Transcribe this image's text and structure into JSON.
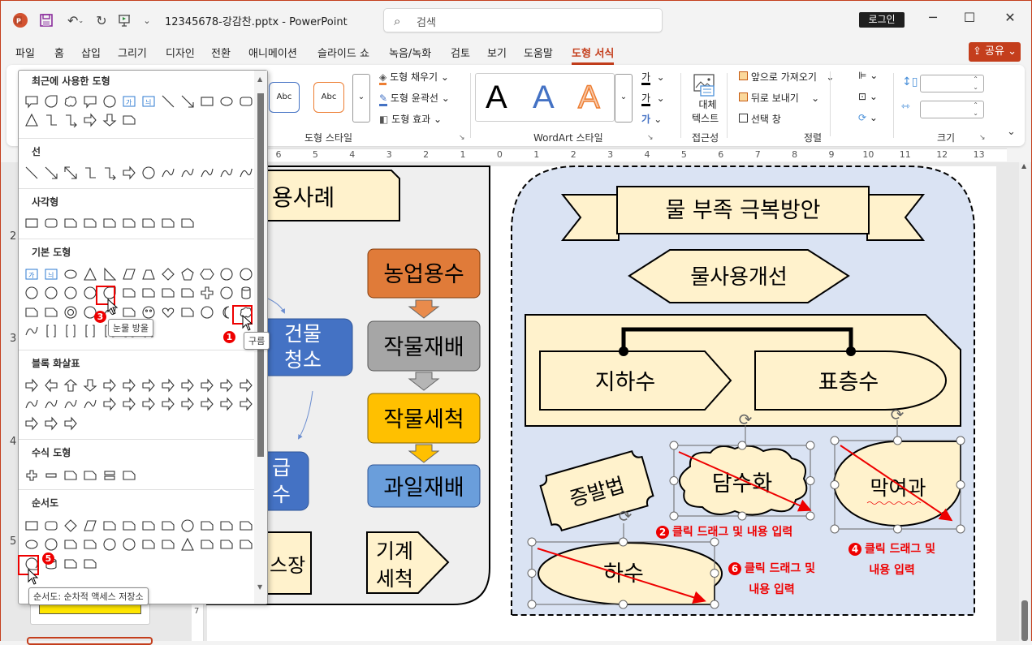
{
  "titlebar": {
    "document_title": "12345678-강감찬.pptx  -  PowerPoint",
    "search_placeholder": "검색",
    "login_label": "로그인",
    "icons": [
      "powerpoint-logo",
      "save-icon",
      "undo-icon",
      "redo-icon",
      "present-icon",
      "customize-icon"
    ]
  },
  "menu": {
    "tabs": [
      "파일",
      "홈",
      "삽입",
      "그리기",
      "디자인",
      "전환",
      "애니메이션",
      "슬라이드 쇼",
      "녹음/녹화",
      "검토",
      "보기",
      "도움말",
      "도형 서식"
    ],
    "active_tab": "도형 서식",
    "share_label": "공유"
  },
  "ribbon": {
    "shape_styles": {
      "style_samples": [
        "Abc",
        "Abc"
      ],
      "fill": "도형 채우기",
      "outline": "도형 윤곽선",
      "effects": "도형 효과",
      "label": "도형 스타일"
    },
    "wordart": {
      "samples": [
        "A",
        "A",
        "A"
      ],
      "text_fill_glyph": "가",
      "text_outline_glyph": "가",
      "text_effects_glyph": "가",
      "label": "WordArt 스타일"
    },
    "accessibility": {
      "alt_text_line1": "대체",
      "alt_text_line2": "텍스트",
      "label": "접근성"
    },
    "arrange": {
      "bring_forward": "앞으로 가져오기",
      "send_backward": "뒤로 보내기",
      "selection_pane": "선택 창",
      "label": "정렬"
    },
    "size": {
      "height_value": "",
      "width_value": "",
      "label": "크기"
    }
  },
  "ruler": {
    "labels": [
      "6",
      "5",
      "4",
      "3",
      "2",
      "1",
      "0",
      "1",
      "2",
      "3",
      "4",
      "5",
      "6",
      "7",
      "8",
      "9",
      "10",
      "11",
      "12",
      "13"
    ]
  },
  "thumbnails": {
    "slide_numbers": [
      "2",
      "3",
      "4",
      "5"
    ],
    "vruler_label": "7"
  },
  "shapes_panel": {
    "sections": [
      {
        "title": "최근에 사용한 도형",
        "shapes": [
          "ellipse-callout",
          "teardrop",
          "cloud",
          "cloud-callout",
          "octagon",
          "text-box",
          "vertical-text-box",
          "line",
          "arrow-line",
          "rect",
          "ellipse",
          "rounded-rect",
          "triangle",
          "elbow-connector",
          "elbow-arrow",
          "right-arrow",
          "down-arrow",
          "flowchart-card"
        ]
      },
      {
        "title": "선",
        "shapes": [
          "line",
          "arrow-line",
          "double-arrow-line",
          "elbow-connector",
          "elbow-arrow",
          "elbow-double-arrow",
          "curved-connector",
          "curved-arrow",
          "curved-double-arrow",
          "curve",
          "freeform",
          "scribble"
        ]
      },
      {
        "title": "사각형",
        "shapes": [
          "rect",
          "rounded-rect",
          "snip-single",
          "snip-same-side",
          "snip-diagonal",
          "snip-round",
          "round-single",
          "round-same-side",
          "round-diagonal"
        ]
      },
      {
        "title": "기본 도형",
        "shapes": [
          "text-box",
          "vertical-text-box",
          "ellipse",
          "triangle",
          "right-triangle",
          "parallelogram",
          "trapezoid",
          "diamond",
          "pentagon",
          "hexagon",
          "heptagon",
          "octagon",
          "decagon",
          "dodecagon",
          "pie",
          "chord",
          "teardrop",
          "frame",
          "half-frame",
          "l-shape",
          "diagonal-stripe",
          "plus",
          "plaque",
          "can",
          "cube",
          "bevel",
          "donut",
          "no-symbol",
          "block-arc",
          "folded-corner",
          "smiley",
          "heart",
          "lightning",
          "sun",
          "moon",
          "cloud",
          "arc",
          "double-bracket",
          "double-brace",
          "left-bracket",
          "right-bracket",
          "left-brace",
          "right-brace"
        ]
      },
      {
        "title": "블록 화살표",
        "shapes": [
          "right-arrow",
          "left-arrow",
          "up-arrow",
          "down-arrow",
          "left-right-arrow",
          "up-down-arrow",
          "quad-arrow",
          "left-right-up-arrow",
          "bent-arrow",
          "u-turn-arrow",
          "left-up-arrow",
          "bent-up-arrow",
          "curved-right-arrow",
          "curved-left-arrow",
          "curved-up-arrow",
          "curved-down-arrow",
          "striped-right-arrow",
          "notched-right-arrow",
          "pentagon-arrow",
          "chevron",
          "right-arrow-callout",
          "down-arrow-callout",
          "left-arrow-callout",
          "up-arrow-callout",
          "left-right-arrow-callout",
          "quad-arrow-callout",
          "circular-arrow"
        ]
      },
      {
        "title": "수식 도형",
        "shapes": [
          "math-plus",
          "math-minus",
          "math-multiply",
          "math-divide",
          "math-equal",
          "math-not-equal"
        ]
      },
      {
        "title": "순서도",
        "shapes": [
          "rect",
          "rounded-rect",
          "diamond",
          "parallelogram",
          "predefined-process",
          "internal-storage",
          "document",
          "multidocument",
          "terminator",
          "preparation",
          "manual-input",
          "manual-operation",
          "ellipse",
          "offpage-connector",
          "flowchart-card",
          "punched-tape",
          "summing-junction",
          "or",
          "collate",
          "sort",
          "triangle",
          "merge",
          "stored-data",
          "delay",
          "sequential-access",
          "magnetic-disk",
          "direct-access",
          "display"
        ]
      }
    ],
    "tooltips": {
      "teardrop": "눈물 방울",
      "cloud": "구름",
      "sequential": "순서도: 순차적 액세스 저장소"
    },
    "step_badges": [
      "3",
      "1",
      "5"
    ]
  },
  "slide": {
    "left_panel": {
      "case_title": "용사례",
      "building_clean": [
        "건물",
        "청소"
      ],
      "water_supply": [
        "급",
        "수"
      ],
      "site": "스장",
      "flow": [
        "농업용수",
        "작물재배",
        "작물세척",
        "과일재배"
      ],
      "machine_wash": [
        "기계",
        "세척"
      ]
    },
    "right_panel": {
      "banner": "물 부족 극복방안",
      "hexagon": "물사용개선",
      "groundwater": "지하수",
      "surface_water": "표층수",
      "evaporation": "증발법",
      "desalination": "담수화",
      "membrane": "막여과",
      "sewage": "하수"
    },
    "annotations": [
      {
        "badge": "2",
        "lines": [
          "클릭 드래그 및 내용 입력"
        ]
      },
      {
        "badge": "4",
        "lines": [
          "클릭 드래그 및",
          "내용 입력"
        ]
      },
      {
        "badge": "6",
        "lines": [
          "클릭 드래그 및",
          "내용 입력"
        ]
      }
    ]
  },
  "colors": {
    "accent": "#c43e1c",
    "annotation_red": "#e00000",
    "cream": "#fff2cc",
    "panel_blue": "#dae3f3",
    "orange": "#e07b39",
    "gray_box": "#a6a6a6",
    "gold": "#ffc000",
    "blue_box": "#6a9edb",
    "button_blue": "#4472c4"
  }
}
